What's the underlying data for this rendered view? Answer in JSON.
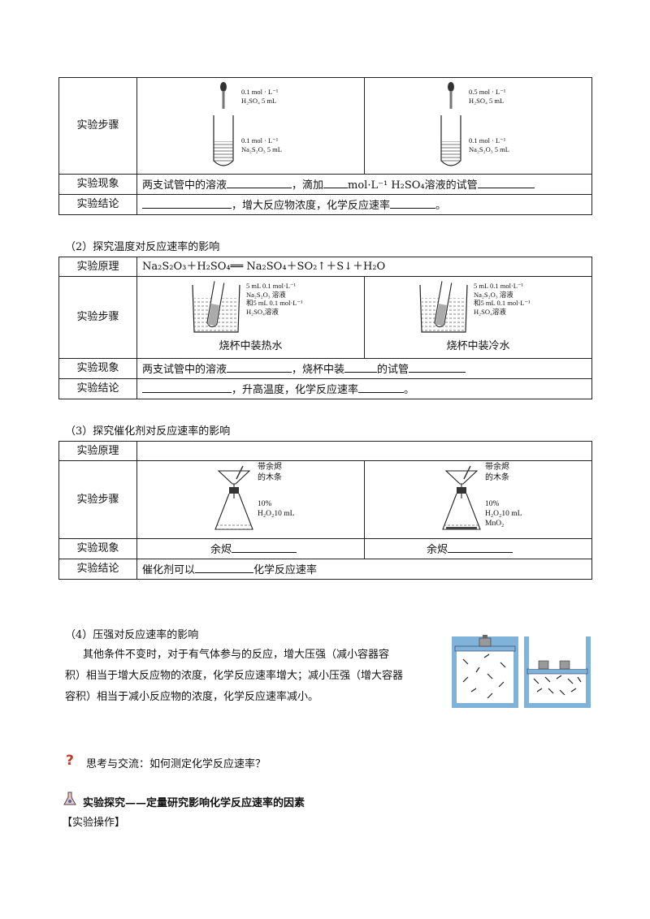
{
  "table1": {
    "step_label": "实验步骤",
    "phen_label": "实验现象",
    "concl_label": "实验结论",
    "left_note_top": [
      "0.1 mol · L⁻¹",
      "H₂SO₄ 5 mL"
    ],
    "left_note_bottom": [
      "0.1 mol · L⁻¹",
      "Na₂S₂O₃ 5 mL"
    ],
    "right_note_top": [
      "0.5 mol · L⁻¹",
      "H₂SO₄ 5 mL"
    ],
    "right_note_bottom": [
      "0.1 mol · L⁻¹",
      "Na₂S₂O₃ 5 mL"
    ],
    "phen_a": "两支试管中的溶液",
    "phen_b": "，滴加",
    "phen_c": "mol·L⁻¹ H₂SO₄溶液的试管",
    "concl_a": "，增大反应物浓度，化学反应速率",
    "concl_end": "。"
  },
  "sec2": {
    "heading": "（2）探究温度对反应速率的影响",
    "principle_label": "实验原理",
    "principle": "Na₂S₂O₃＋H₂SO₄══ Na₂SO₄＋SO₂↑＋S↓＋H₂O",
    "step_label": "实验步骤",
    "beaker_note": [
      "5 mL 0.1 mol·L⁻¹",
      "Na₂S₂O₃ 溶液",
      "和5 mL 0.1 mol·L⁻¹",
      "H₂SO₄溶液"
    ],
    "caption_hot": "烧杯中装热水",
    "caption_cold": "烧杯中装冷水",
    "phen_label": "实验现象",
    "phen_a": "两支试管中的溶液",
    "phen_b": "，烧杯中装",
    "phen_c": "的试管",
    "concl_label": "实验结论",
    "concl_a": "，升高温度，化学反应速率",
    "concl_end": "。"
  },
  "sec3": {
    "heading": "（3）探究催化剂对反应速率的影响",
    "principle_label": "实验原理",
    "step_label": "实验步骤",
    "splint_note": [
      "带余烬",
      "的木条"
    ],
    "h2o2_note": [
      "10%",
      "H₂O₂10 mL"
    ],
    "mno2": "MnO₂",
    "phen_label": "实验现象",
    "phen_left": "余烬",
    "phen_right": "余烬",
    "concl_label": "实验结论",
    "concl_a": "催化剂可以",
    "concl_b": "化学反应速率"
  },
  "sec4": {
    "heading": "（4）压强对反应速率的影响",
    "line1": "其他条件不变时，对于有气体参与的反应，增大压强（减小容器容",
    "line2": "积）相当于增大反应物的浓度，化学反应速率增大；减小压强（增大容器",
    "line3": "容积）相当于减小反应物的浓度，化学反应速率减小。"
  },
  "think": "思考与交流：如何测定化学反应速率？",
  "explore": "实验探究——定量研究影响化学反应速率的因素",
  "operation": "【实验操作】",
  "colors": {
    "border": "#222222",
    "liquid_hatch": "#555555",
    "container_blue": "#7fb3d9"
  }
}
